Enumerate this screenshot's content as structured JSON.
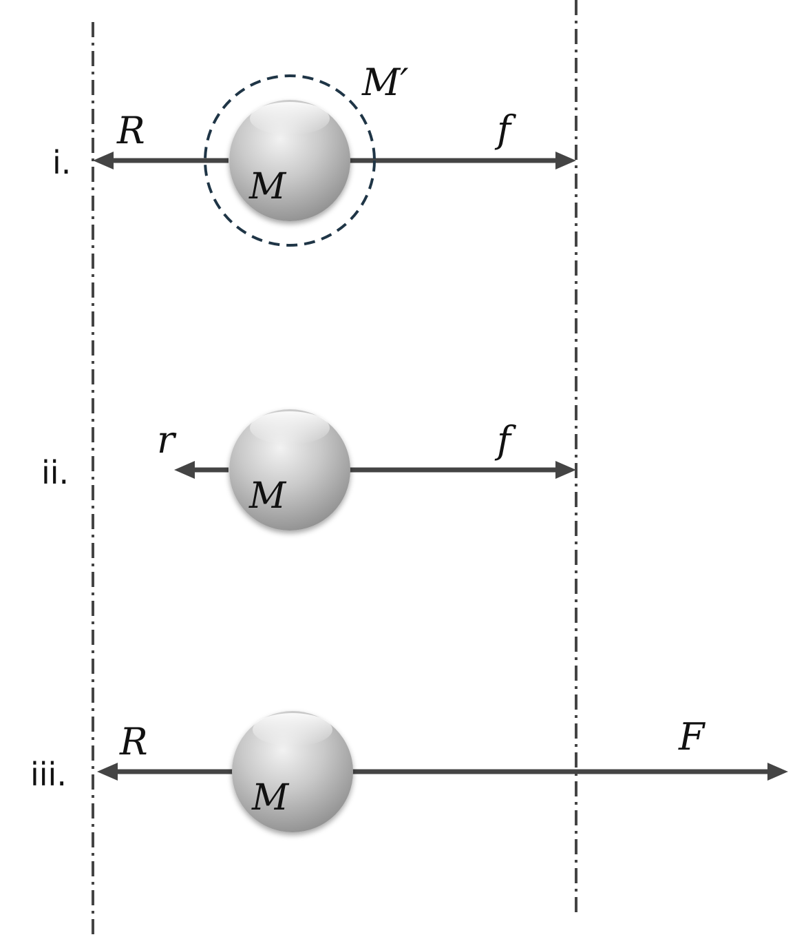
{
  "diagram": {
    "rows": [
      {
        "id": "row-i",
        "label": "i.",
        "mass": "M",
        "shell_label": "M′",
        "left_force": "R",
        "right_force": "f"
      },
      {
        "id": "row-ii",
        "label": "ii.",
        "mass": "M",
        "left_force": "r",
        "right_force": "f"
      },
      {
        "id": "row-iii",
        "label": "iii.",
        "mass": "M",
        "left_force": "R",
        "right_force": "F"
      }
    ],
    "colors": {
      "arrow": "#444444",
      "sphere_light": "#ededed",
      "sphere_dark": "#8a8a8a",
      "shell_dash": "#1f3546"
    }
  }
}
